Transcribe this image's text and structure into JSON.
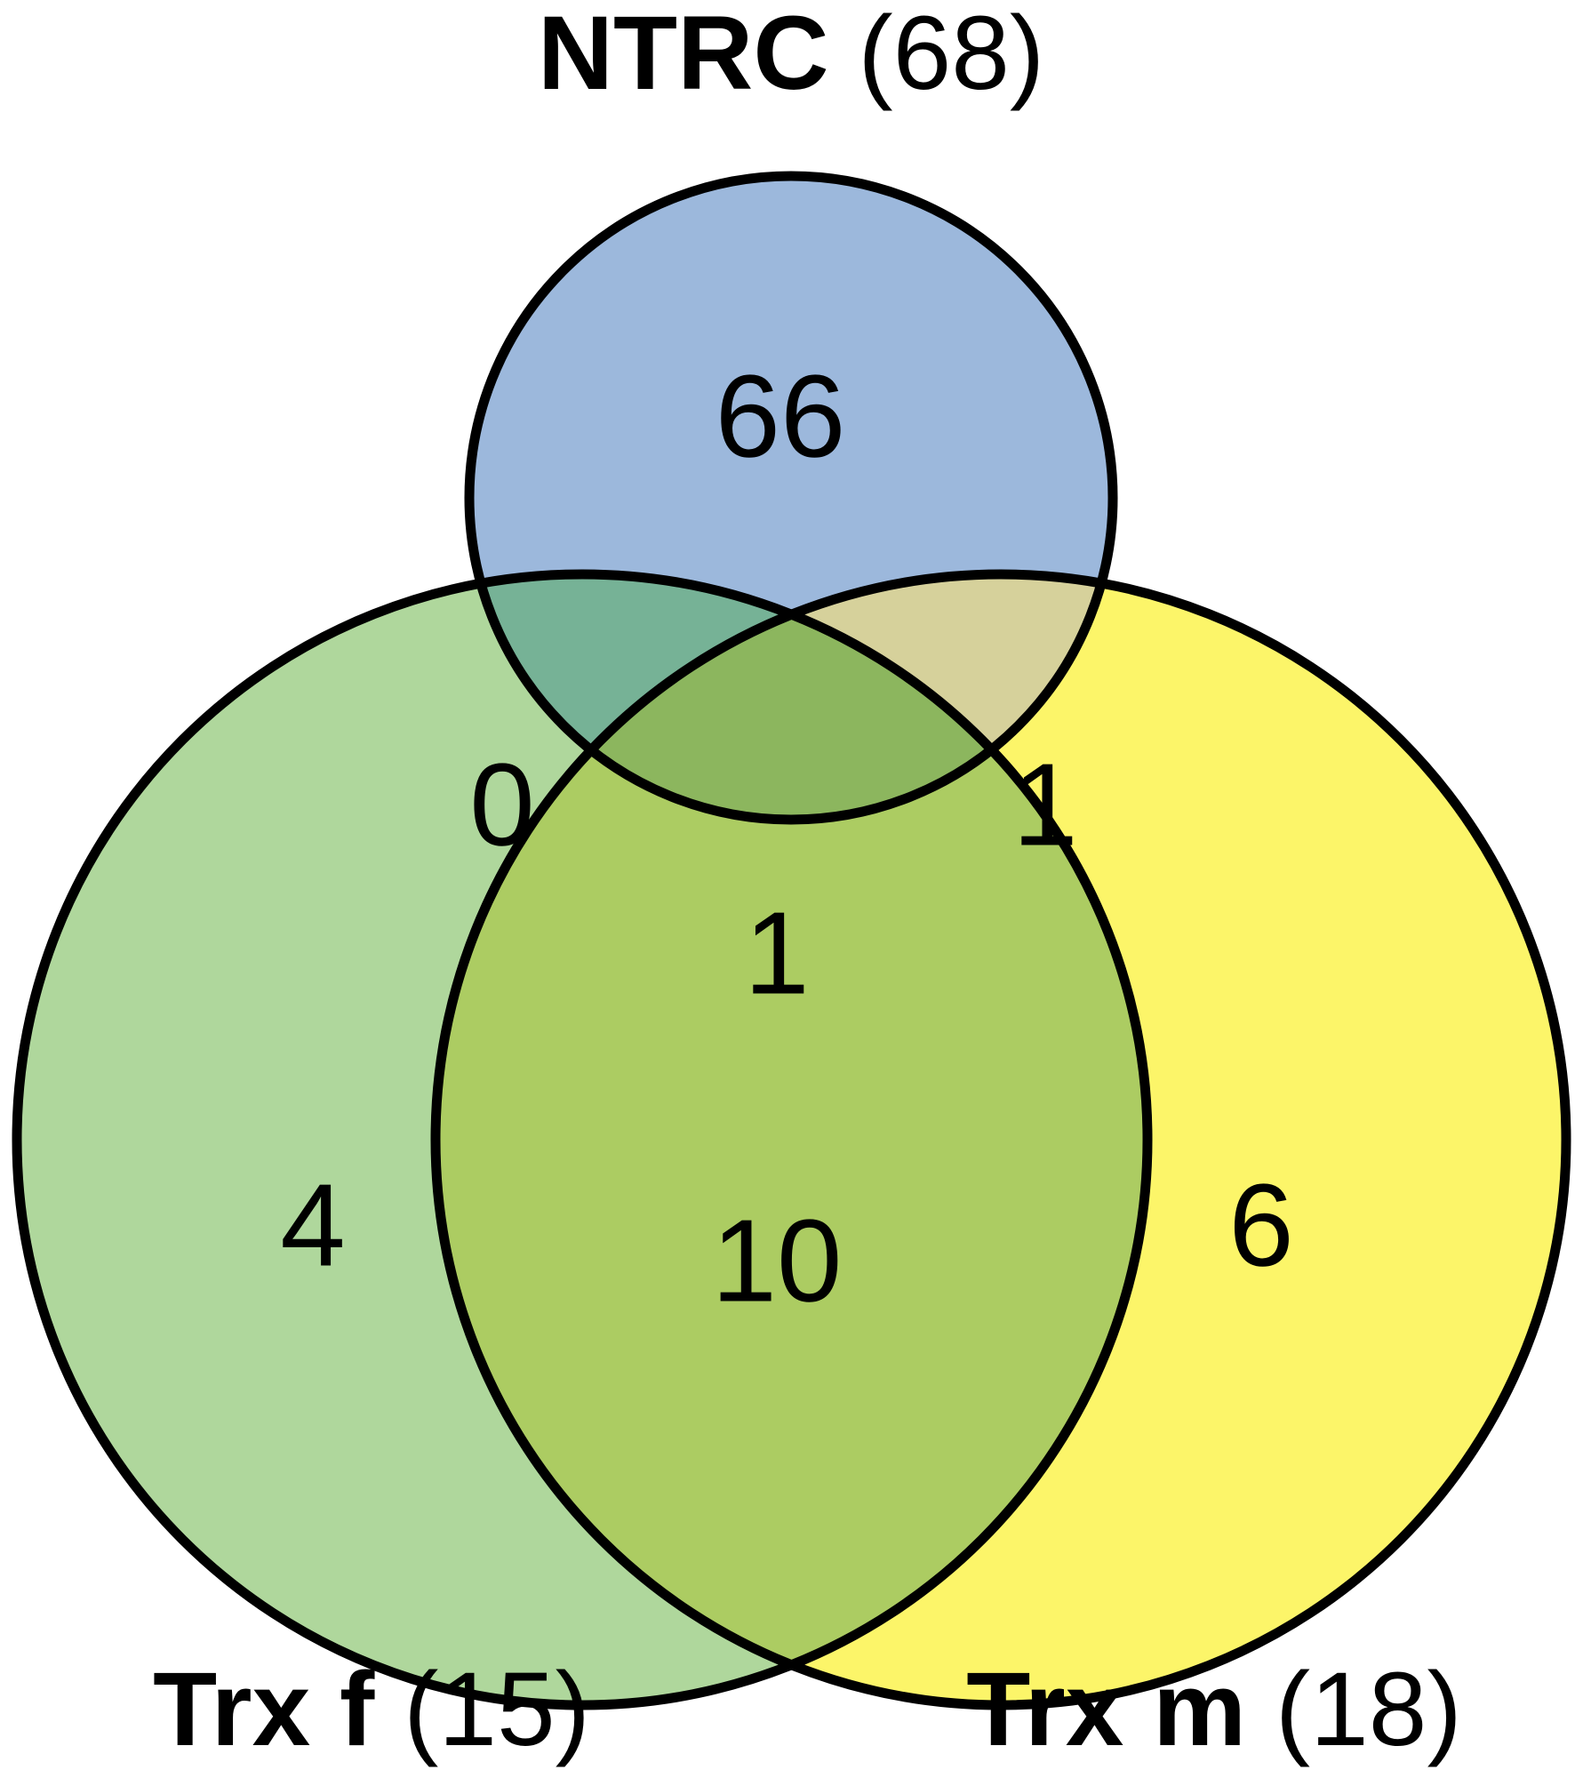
{
  "figure": {
    "type": "venn-diagram",
    "background_color": "#FFFFFF",
    "outline_color": "#000000"
  },
  "labels": {
    "top": {
      "name": "NTRC",
      "count": "(68)",
      "full": "NTRC (68)"
    },
    "bottom_left": {
      "name": "Trx f",
      "count": "(15)",
      "full": "Trx f (15)"
    },
    "bottom_right": {
      "name": "Trx m",
      "count": "(18)",
      "full": "Trx m (18)"
    }
  },
  "chart_data": {
    "type": "venn",
    "title": "",
    "sets": [
      {
        "id": "NTRC",
        "label": "NTRC",
        "total": 68,
        "color": "#9CB8DC",
        "position": "top"
      },
      {
        "id": "Trxf",
        "label": "Trx f",
        "total": 15,
        "color": "#AFD79C",
        "position": "bottom-left"
      },
      {
        "id": "Trxm",
        "label": "Trx m",
        "total": 18,
        "color": "#FCF569",
        "position": "bottom-right"
      }
    ],
    "regions": [
      {
        "id": "NTRC-only",
        "sets": [
          "NTRC"
        ],
        "value": 66,
        "color": "#9CB8DC"
      },
      {
        "id": "Trxf-only",
        "sets": [
          "Trxf"
        ],
        "value": 4,
        "color": "#AFD79C"
      },
      {
        "id": "Trxm-only",
        "sets": [
          "Trxm"
        ],
        "value": 6,
        "color": "#FCF569"
      },
      {
        "id": "NTRC-Trxf",
        "sets": [
          "NTRC",
          "Trxf"
        ],
        "value": 0,
        "color": "#76B296"
      },
      {
        "id": "NTRC-Trxm",
        "sets": [
          "NTRC",
          "Trxm"
        ],
        "value": 1,
        "color": "#D6D19B"
      },
      {
        "id": "Trxf-Trxm",
        "sets": [
          "Trxf",
          "Trxm"
        ],
        "value": 10,
        "color": "#ACCC62"
      },
      {
        "id": "NTRC-Trxf-Trxm",
        "sets": [
          "NTRC",
          "Trxf",
          "Trxm"
        ],
        "value": 1,
        "color": "#8CB65E"
      }
    ],
    "legend": "none",
    "grid": false
  },
  "counts": {
    "ntrc_only": "66",
    "ntrc_trxf": "0",
    "ntrc_trxm": "1",
    "triple": "1",
    "trxf_only": "4",
    "trxf_trxm": "10",
    "trxm_only": "6"
  },
  "colors": {
    "ntrc": "#9CB8DC",
    "trxf": "#AFD79C",
    "trxm": "#FCF569",
    "ntrc_trxf": "#76B296",
    "ntrc_trxm": "#D6D19B",
    "trxf_trxm": "#ACCC62",
    "triple": "#8CB65E",
    "outline": "#000000",
    "text": "#000000"
  }
}
